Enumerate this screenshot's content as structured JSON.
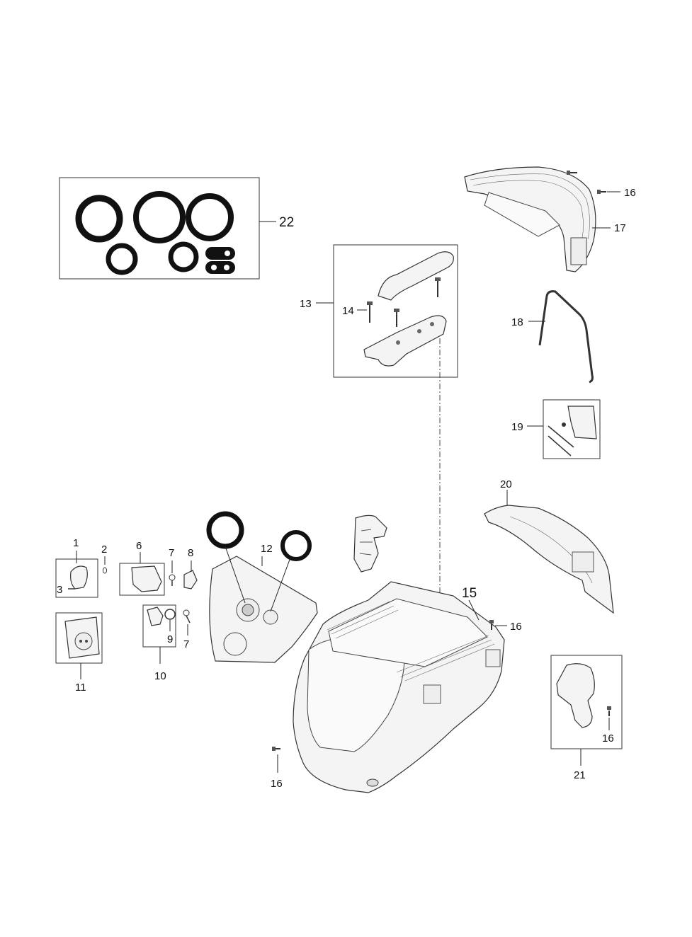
{
  "labels": {
    "l1": "1",
    "l2": "2",
    "l3": "3",
    "l6": "6",
    "l7a": "7",
    "l7b": "7",
    "l8": "8",
    "l9": "9",
    "l10": "10",
    "l11": "11",
    "l12": "12",
    "l13": "13",
    "l14": "14",
    "l15": "15",
    "l16a": "16",
    "l16b": "16",
    "l16c": "16",
    "l16d": "16",
    "l17": "17",
    "l18": "18",
    "l19": "19",
    "l20": "20",
    "l21": "21",
    "l22": "22"
  },
  "icons": [
    "ring-seal",
    "knob",
    "screw",
    "switch",
    "socket",
    "handle",
    "wheel-cover",
    "bracket"
  ]
}
